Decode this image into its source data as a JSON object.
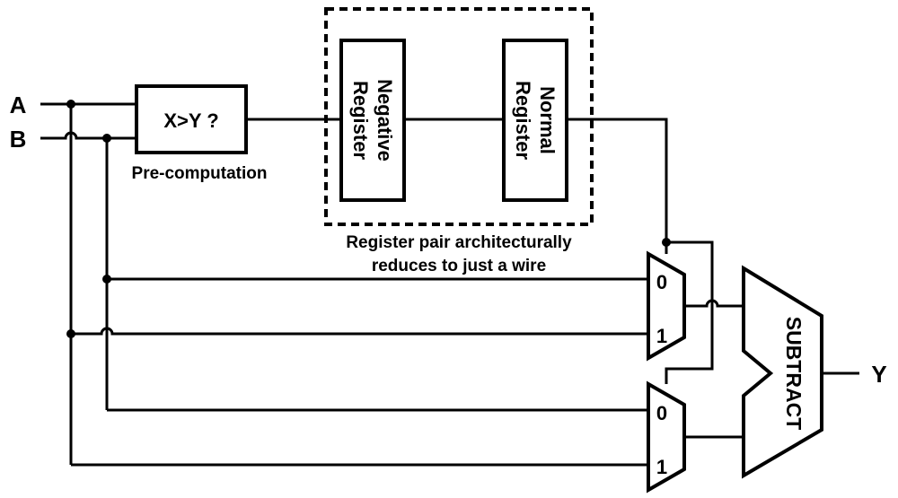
{
  "inputs": {
    "a": "A",
    "b": "B"
  },
  "output": {
    "y": "Y"
  },
  "comparator": {
    "label": "X>Y ?",
    "caption": "Pre-computation"
  },
  "registers": {
    "negative": [
      "Negative",
      "Register"
    ],
    "normal": [
      "Normal",
      "Register"
    ],
    "caption_line1": "Register pair architecturally",
    "caption_line2": "reduces to just a wire"
  },
  "mux_top": {
    "sel0": "0",
    "sel1": "1"
  },
  "mux_bottom": {
    "sel0": "0",
    "sel1": "1"
  },
  "subtractor": {
    "label": "SUBTRACT"
  }
}
